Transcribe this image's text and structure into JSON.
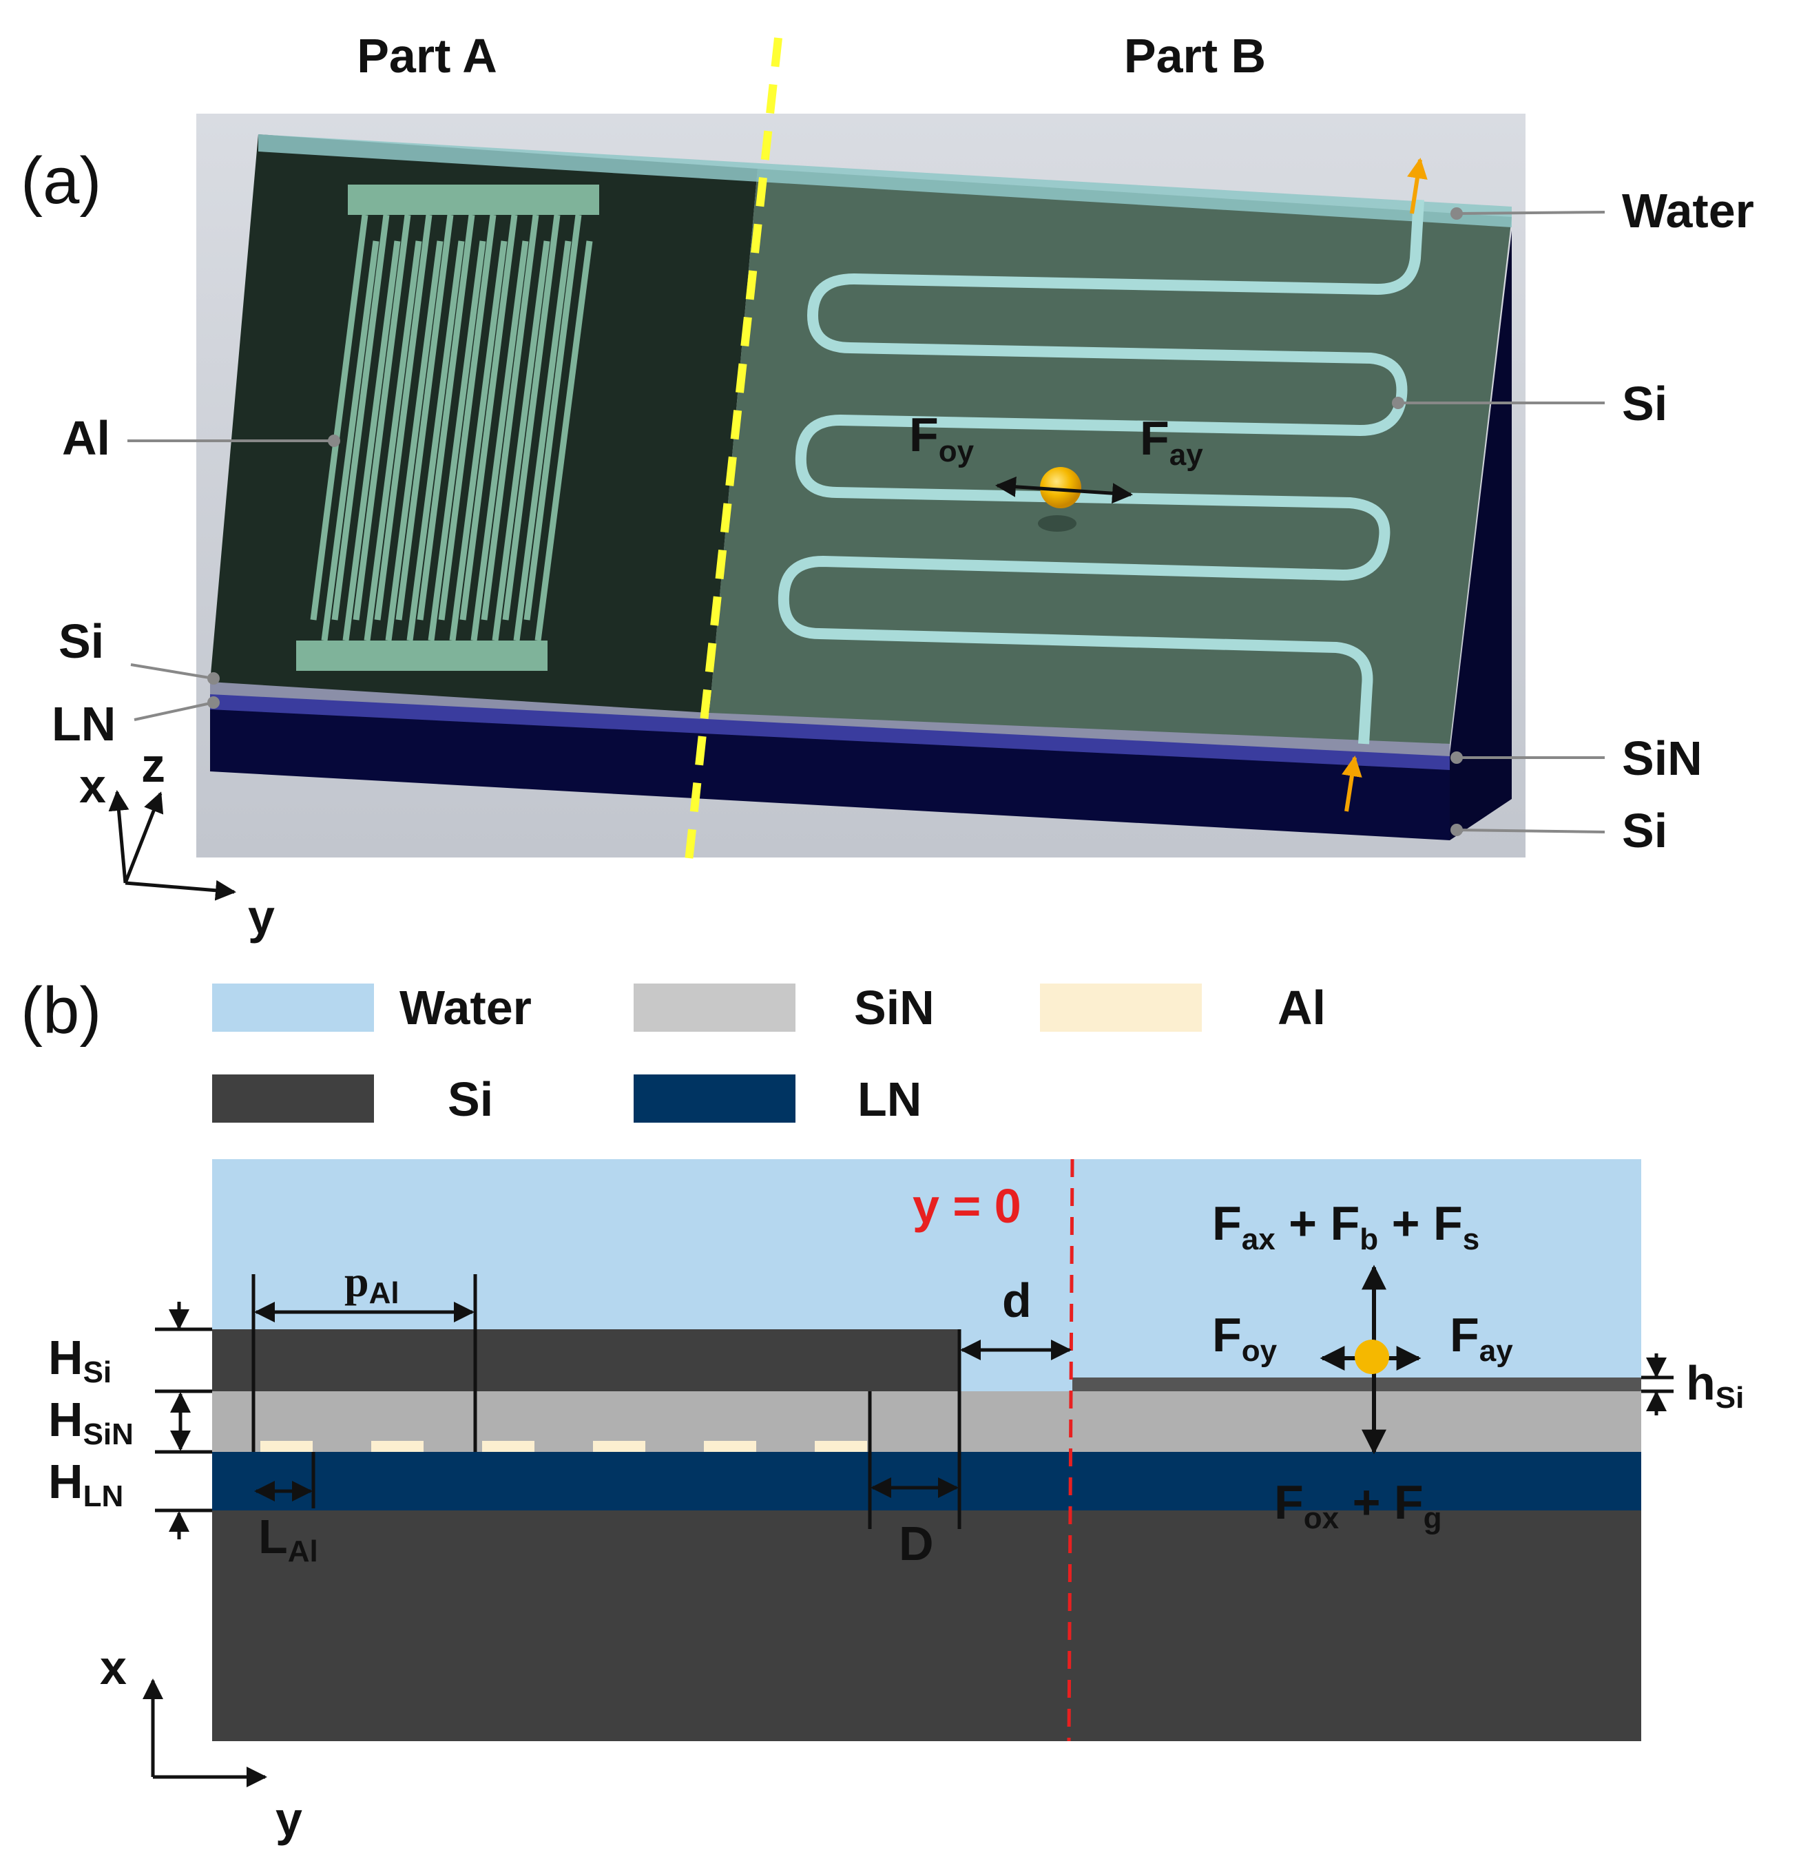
{
  "panel_a": {
    "label": "(a)",
    "part_a": "Part A",
    "part_b": "Part B",
    "callouts": {
      "water": "Water",
      "si_channel": "Si",
      "al": "Al",
      "si_left": "Si",
      "ln_left": "LN",
      "sin": "SiN",
      "si_bottom": "Si"
    },
    "force_oy": {
      "main": "F",
      "sub": "oy"
    },
    "force_ay": {
      "main": "F",
      "sub": "ay"
    },
    "axes": {
      "x": "x",
      "z": "z",
      "y": "y"
    }
  },
  "panel_b": {
    "label": "(b)",
    "legend": [
      {
        "label": "Water",
        "color": "#b5d7ef"
      },
      {
        "label": "SiN",
        "color": "#c8c8c8"
      },
      {
        "label": "Al",
        "color": "#fcefd0"
      },
      {
        "label": "Si",
        "color": "#404040"
      },
      {
        "label": "LN",
        "color": "#003462"
      }
    ],
    "y0_label": "y = 0",
    "dimensions": {
      "p_al": {
        "main": "p",
        "sub": "Al"
      },
      "d": "d",
      "h_si": {
        "main": "H",
        "sub": "Si"
      },
      "h_sin": {
        "main": "H",
        "sub": "SiN"
      },
      "h_ln": {
        "main": "H",
        "sub": "LN"
      },
      "l_al": {
        "main": "L",
        "sub": "Al"
      },
      "D": "D",
      "h_si_small": {
        "main": "h",
        "sub": "Si"
      }
    },
    "forces": {
      "top": [
        {
          "main": "F",
          "sub": "ax"
        },
        {
          "op": " + "
        },
        {
          "main": "F",
          "sub": "b"
        },
        {
          "op": " + "
        },
        {
          "main": "F",
          "sub": "s"
        }
      ],
      "left": {
        "main": "F",
        "sub": "oy"
      },
      "right": {
        "main": "F",
        "sub": "ay"
      },
      "bottom": [
        {
          "main": "F",
          "sub": "ox"
        },
        {
          "op": " + "
        },
        {
          "main": "F",
          "sub": "g"
        }
      ]
    },
    "axes": {
      "x": "x",
      "y": "y"
    }
  }
}
